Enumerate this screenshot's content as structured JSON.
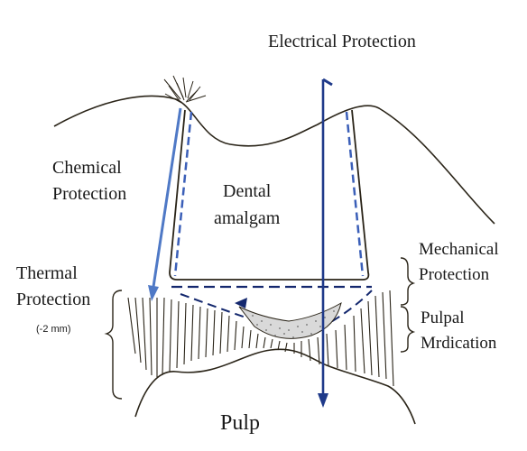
{
  "labels": {
    "electrical": "Electrical Protection",
    "chemical_1": "Chemical",
    "chemical_2": "Protection",
    "dental_1": "Dental",
    "dental_2": "amalgam",
    "thermal_1": "Thermal",
    "thermal_2": "Protection",
    "thermal_note": "(-2 mm)",
    "mechanical_1": "Mechanical",
    "mechanical_2": "Protection",
    "pulpal_1": "Pulpal",
    "pulpal_2": "Mrdication",
    "pulp": "Pulp"
  },
  "colors": {
    "ink": "#2a2418",
    "blue_arrow": "#4f79c6",
    "dark_blue": "#1f3a8a",
    "navy": "#14286e",
    "dashed_blue": "#3b5fb8",
    "stipple": "#8a8a8a"
  }
}
